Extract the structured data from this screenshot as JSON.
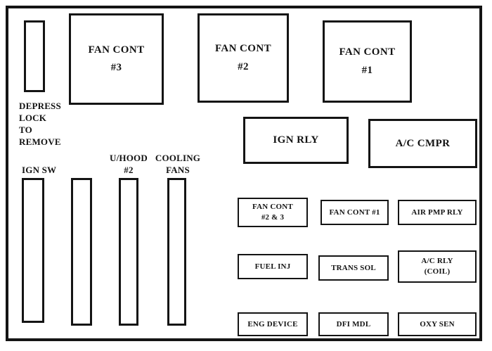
{
  "note": {
    "l1": "DEPRESS",
    "l2": "LOCK",
    "l3": "TO",
    "l4": "REMOVE"
  },
  "fan3": {
    "l1": "FAN CONT",
    "l2": "#3"
  },
  "fan2": {
    "l1": "FAN CONT",
    "l2": "#2"
  },
  "fan1": {
    "l1": "FAN CONT",
    "l2": "#1"
  },
  "relays": {
    "ign_rly": "IGN RLY",
    "ac_cmpr": "A/C CMPR"
  },
  "columns": {
    "ign_sw": "IGN SW",
    "uhood": {
      "l1": "U/HOOD",
      "l2": "#2"
    },
    "cooling": {
      "l1": "COOLING",
      "l2": "FANS"
    }
  },
  "grid": {
    "fan_cont_23": {
      "l1": "FAN CONT",
      "l2": "#2 & 3"
    },
    "fan_cont_1": "FAN CONT #1",
    "air_pmp_rly": "AIR PMP RLY",
    "fuel_inj": "FUEL INJ",
    "trans_sol": "TRANS SOL",
    "ac_rly": {
      "l1": "A/C RLY",
      "l2": "(COIL)"
    },
    "eng_device": "ENG DEVICE",
    "dfi_mdl": "DFI MDL",
    "oxy_sen": "OXY SEN"
  },
  "colors": {
    "ink": "#141414",
    "background": "#ffffff"
  }
}
